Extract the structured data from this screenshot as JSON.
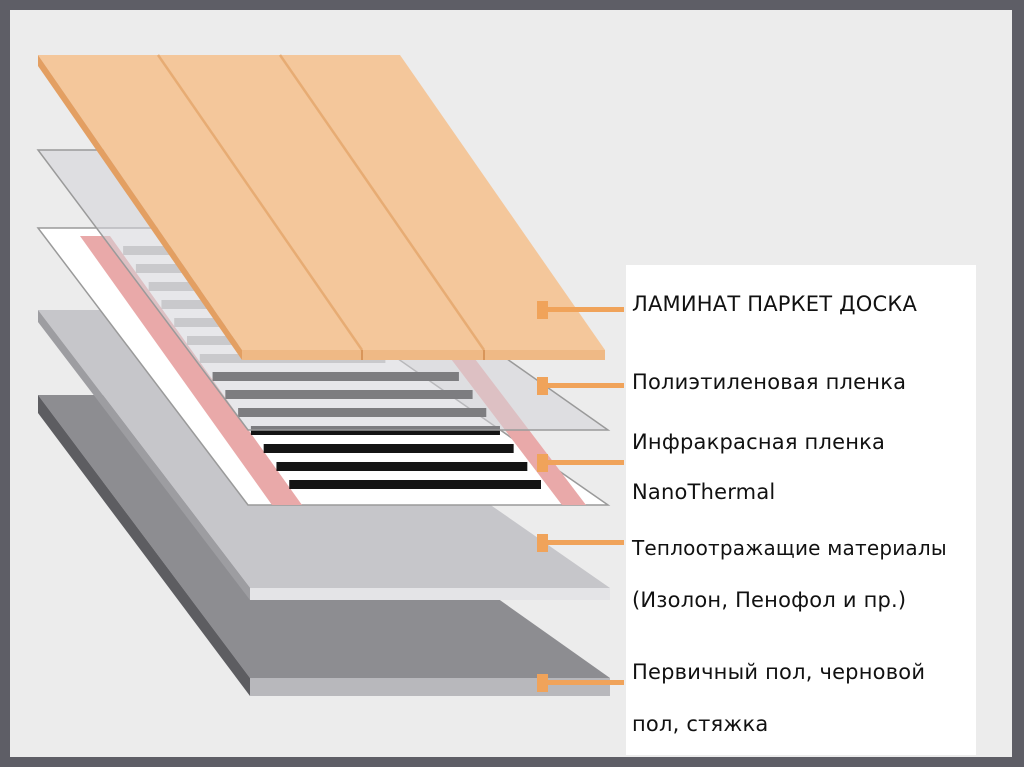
{
  "labels": {
    "laminate": "ЛАМИНАТ ПАРКЕТ ДОСКА",
    "polyethylene": "Полиэтиленовая пленка",
    "infrared_line1": "Инфракрасная пленка",
    "infrared_line2": "NanoThermal",
    "reflective_line1": "Теплоотражащие материалы",
    "reflective_line2": "(Изолон, Пенофол и пр.)",
    "subfloor_line1": "Первичный пол, черновой",
    "subfloor_line2": "пол, стяжка"
  },
  "colors": {
    "frame": "#5e5e66",
    "slide": "#ececec",
    "laminate": "#f2c294",
    "laminate_edge": "#e8a76e",
    "pointer": "#f0a35a",
    "film_stripe_dark": "#141414",
    "film_stripe_light": "#bdbdbd",
    "film_edge": "#e6a0a0",
    "reflective": "#c9c9cc",
    "subfloor": "#8a8a8e"
  }
}
